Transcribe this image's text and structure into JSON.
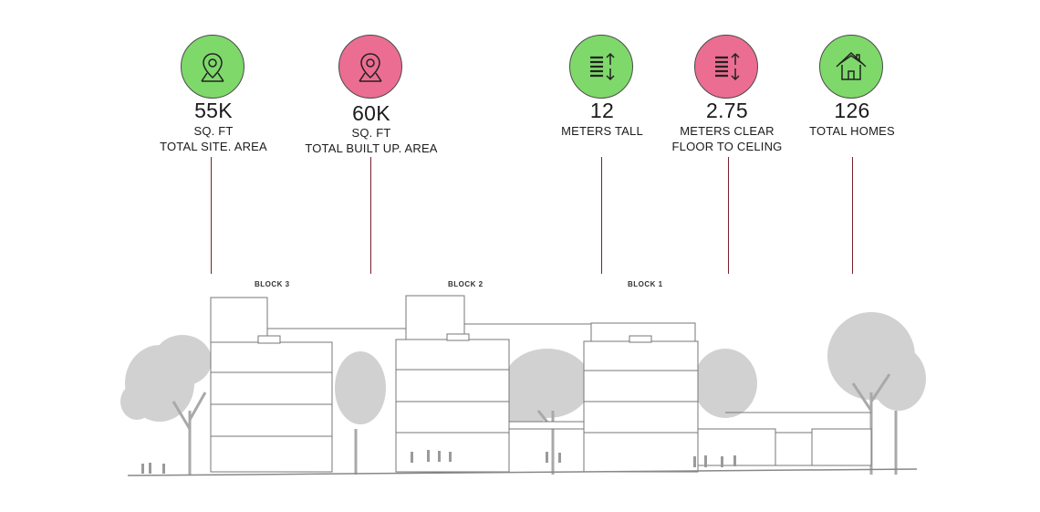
{
  "colors": {
    "green": "#7ed96a",
    "pink": "#ec6d92",
    "leader": "#7a1f2b"
  },
  "stats": [
    {
      "icon": "location-pin-icon",
      "color": "green",
      "value": "55K",
      "lines": [
        "SQ. FT",
        "TOTAL SITE. AREA"
      ]
    },
    {
      "icon": "location-pin-icon",
      "color": "pink",
      "value": "60K",
      "lines": [
        "SQ. FT",
        "TOTAL BUILT UP. AREA"
      ]
    },
    {
      "icon": "height-list-icon",
      "color": "green",
      "value": "12",
      "lines": [
        "METERS TALL"
      ]
    },
    {
      "icon": "height-list-icon",
      "color": "pink",
      "value": "2.75",
      "lines": [
        "METERS CLEAR",
        "FLOOR TO CELING"
      ]
    },
    {
      "icon": "house-icon",
      "color": "green",
      "value": "126",
      "lines": [
        "TOTAL HOMES"
      ]
    }
  ],
  "blocks": [
    "BLOCK 3",
    "BLOCK 2",
    "BLOCK 1"
  ]
}
